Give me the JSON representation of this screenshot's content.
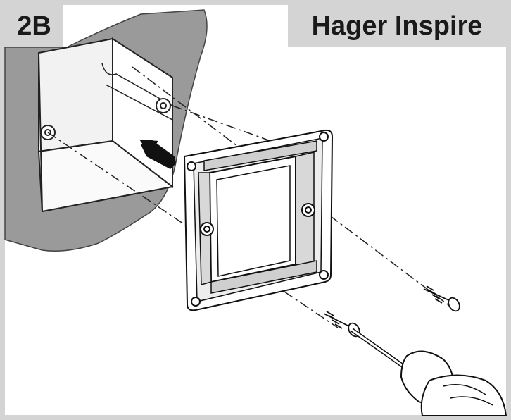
{
  "step_label": "2B",
  "product_name": "Hager Inspire",
  "icons": [
    "wall-box",
    "faceplate-frame",
    "insert-arrow",
    "fixing-screw",
    "screwdriver"
  ],
  "colors": {
    "frame_border": "#d4d4d4",
    "wall": "#9a9a9a",
    "ink": "#1a1a1a"
  }
}
